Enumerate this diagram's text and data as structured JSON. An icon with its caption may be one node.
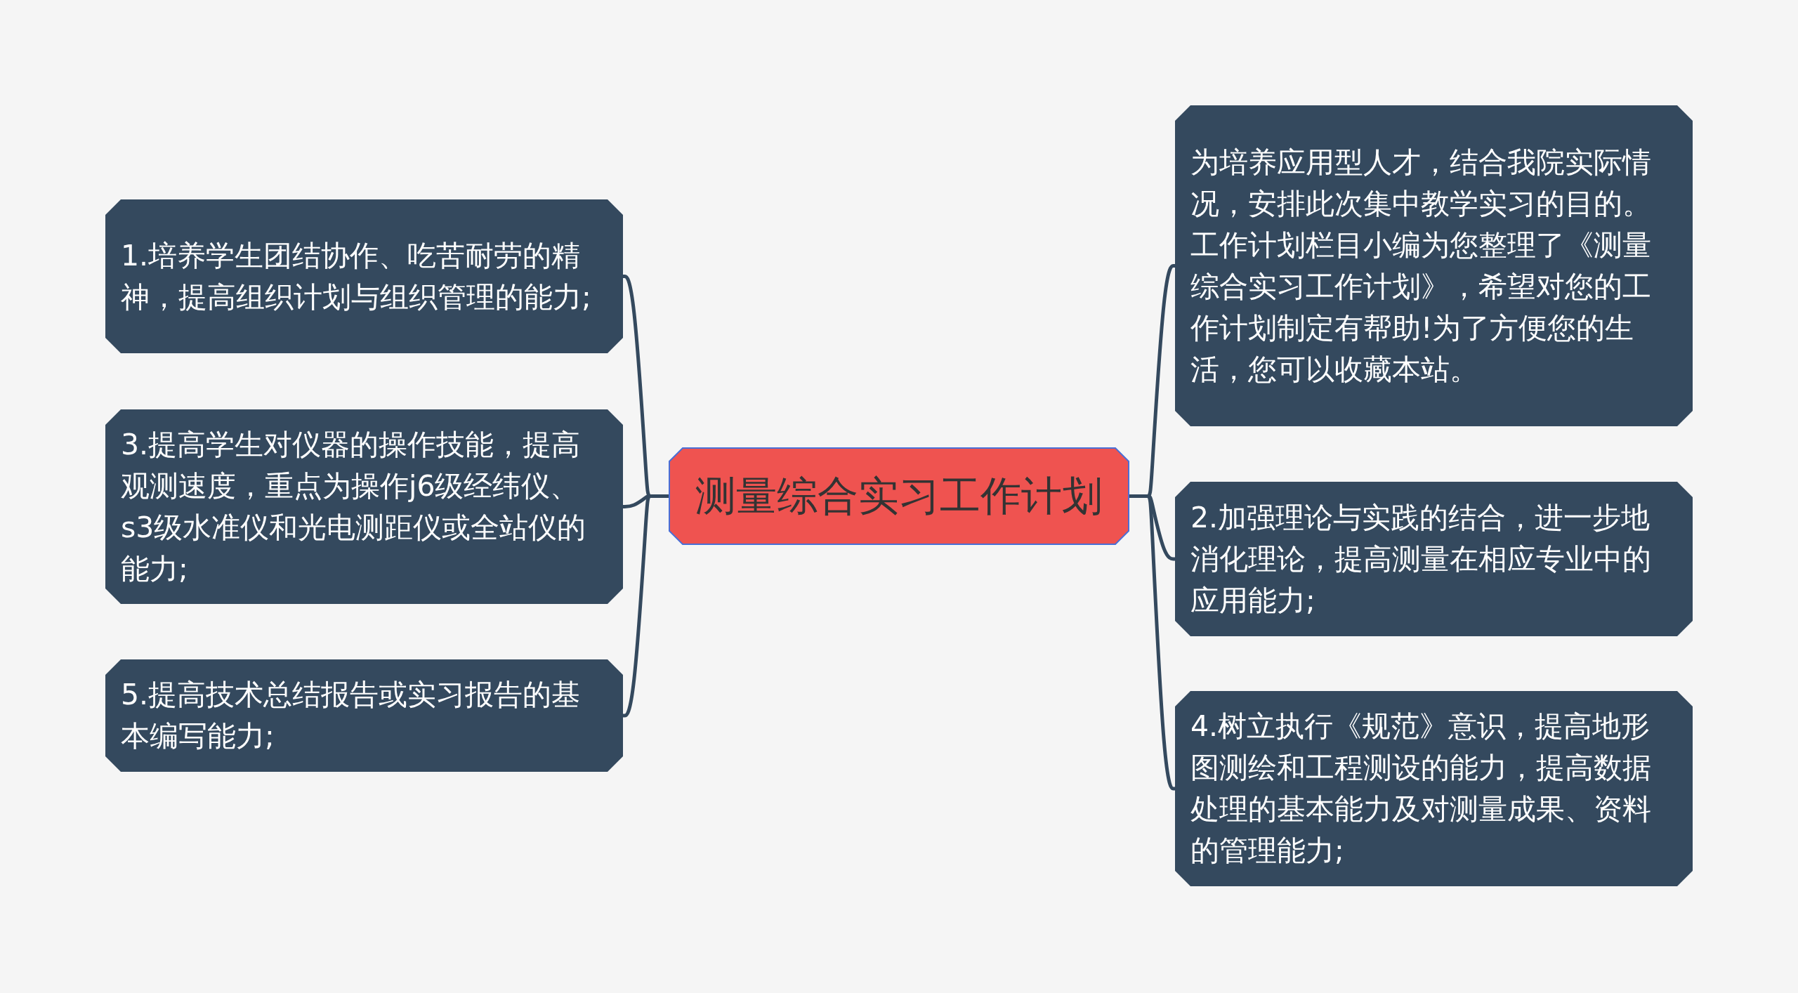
{
  "diagram": {
    "nodes": [
      {
        "text": [
          "测量综合实习工作计划"
        ]
      },
      {
        "text": [
          "1.培养学生团结协作、吃苦耐劳的精神，提高组织计划与组织管理的能力;"
        ]
      },
      {
        "text": [
          "3.提高学生对仪器的操作技能，提高观测速度，重点为操作j6级经纬仪、s3级水准仪和光电测距仪或全站仪的能力;"
        ]
      },
      {
        "text": [
          "5.提高技术总结报告或实习报告的基本编写能力;"
        ]
      },
      {
        "text": [
          "为培养应用型人才，结合我院实际情况，安排此次集中教学实习的目的。工作计划栏目小编为您整理了《测量综合实习工作计划》，希望对您的工作计划制定有帮助!为了方便您的生活，您可以收藏本站。"
        ]
      },
      {
        "text": [
          "2.加强理论与实践的结合，进一步地消化理论，提高测量在相应专业中的应用能力;"
        ]
      },
      {
        "text": [
          "4.树立执行《规范》意识，提高地形图测绘和工程测设的能力，提高数据处理的基本能力及对测量成果、资料的管理能力;"
        ]
      }
    ],
    "edges": [
      {
        "from": 0,
        "to": 1,
        "arrow": "none"
      },
      {
        "from": 0,
        "to": 2,
        "arrow": "none"
      },
      {
        "from": 0,
        "to": 3,
        "arrow": "none"
      },
      {
        "from": 0,
        "to": 4,
        "arrow": "none"
      },
      {
        "from": 0,
        "to": 5,
        "arrow": "none"
      },
      {
        "from": 0,
        "to": 6,
        "arrow": "none"
      }
    ]
  }
}
